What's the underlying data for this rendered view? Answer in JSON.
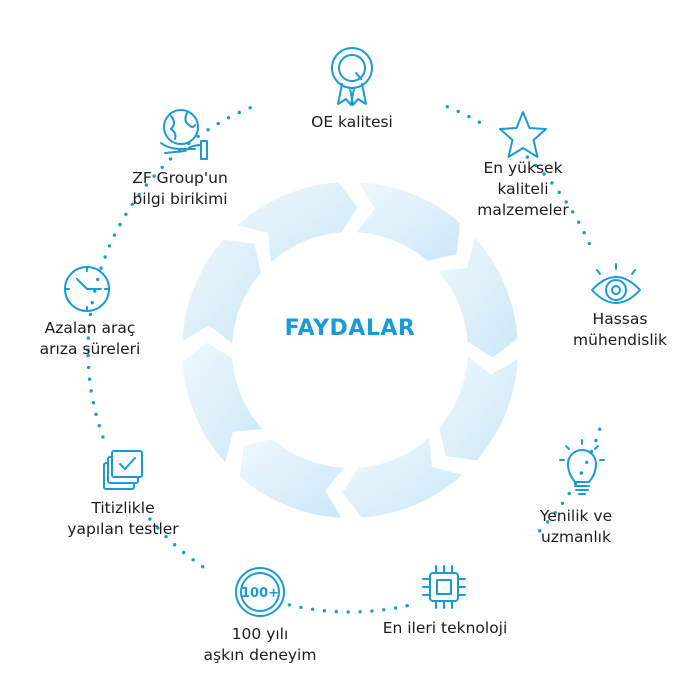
{
  "center_title": "FAYDALAR",
  "colors": {
    "accent": "#1a9bd7",
    "arrow_light": "#e6f4fc",
    "arrow_dark": "#c4e4f7",
    "text": "#1c1c1c"
  },
  "benefits": [
    {
      "lines": [
        "OE kalitesi"
      ],
      "icon": "quality-badge-icon"
    },
    {
      "lines": [
        "En yüksek",
        "kaliteli",
        "malzemeler"
      ],
      "icon": "star-icon"
    },
    {
      "lines": [
        "Hassas",
        "mühendislik"
      ],
      "icon": "eye-icon"
    },
    {
      "lines": [
        "Yenilik ve",
        "uzmanlık"
      ],
      "icon": "lightbulb-icon"
    },
    {
      "lines": [
        "En ileri teknoloji"
      ],
      "icon": "microchip-icon"
    },
    {
      "lines": [
        "100 yılı",
        "aşkın deneyim"
      ],
      "icon": "hundred-plus-icon"
    },
    {
      "lines": [
        "Titizlikle",
        "yapılan testler"
      ],
      "icon": "checked-documents-icon"
    },
    {
      "lines": [
        "Azalan araç",
        "arıza süreleri"
      ],
      "icon": "clock-icon"
    },
    {
      "lines": [
        "ZF Group'un",
        "bilgi birikimi"
      ],
      "icon": "globe-hand-icon"
    }
  ]
}
